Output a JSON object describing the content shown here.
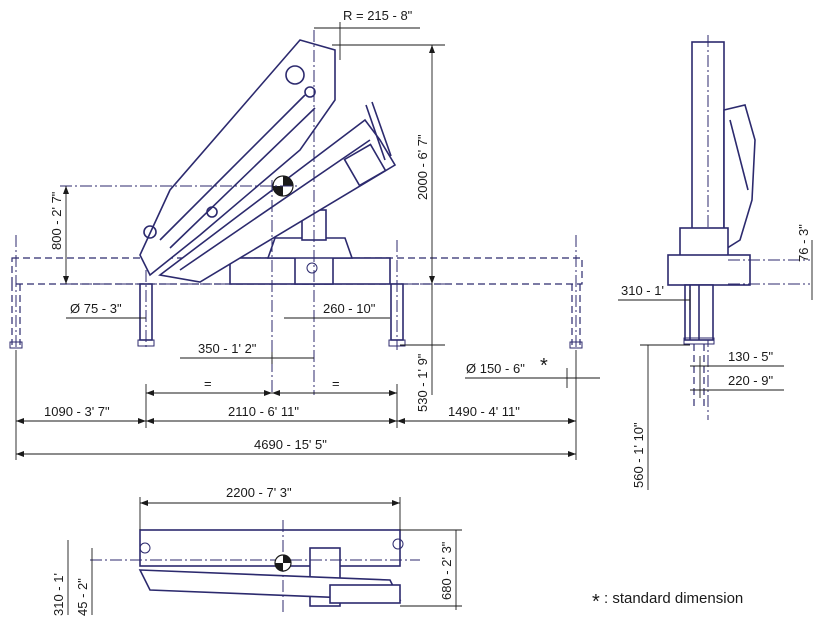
{
  "labels": {
    "radius": "R = 215 - 8\"",
    "height_total": "2000 - 6' 7\"",
    "height_boom": "800 - 2' 7\"",
    "dia_column": "Ø 75 - 3\"",
    "w_260": "260 - 10\"",
    "w_350": "350 - 1' 2\"",
    "eq_left": "=",
    "eq_right": "=",
    "h_530": "530 - 1' 9\"",
    "dia_pad": "Ø 150 - 6\"",
    "star_mark": "*",
    "w_1090": "1090 - 3' 7\"",
    "w_2110": "2110 - 6' 11\"",
    "w_1490": "1490 - 4' 11\"",
    "w_4690": "4690 - 15' 5\"",
    "side_76": "76 - 3\"",
    "side_310": "310 - 1'",
    "side_130": "130 - 5\"",
    "side_220": "220 - 9\"",
    "side_560": "560 - 1' 10\"",
    "top_2200": "2200 - 7' 3\"",
    "top_680": "680 - 2' 3\"",
    "top_310": "310 - 1'",
    "top_45": "45 - 2\"",
    "legend_star": "*",
    "legend_text": ": standard dimension"
  },
  "colors": {
    "line": "#2c2a6e",
    "text": "#1a1a1a",
    "background": "#ffffff"
  }
}
